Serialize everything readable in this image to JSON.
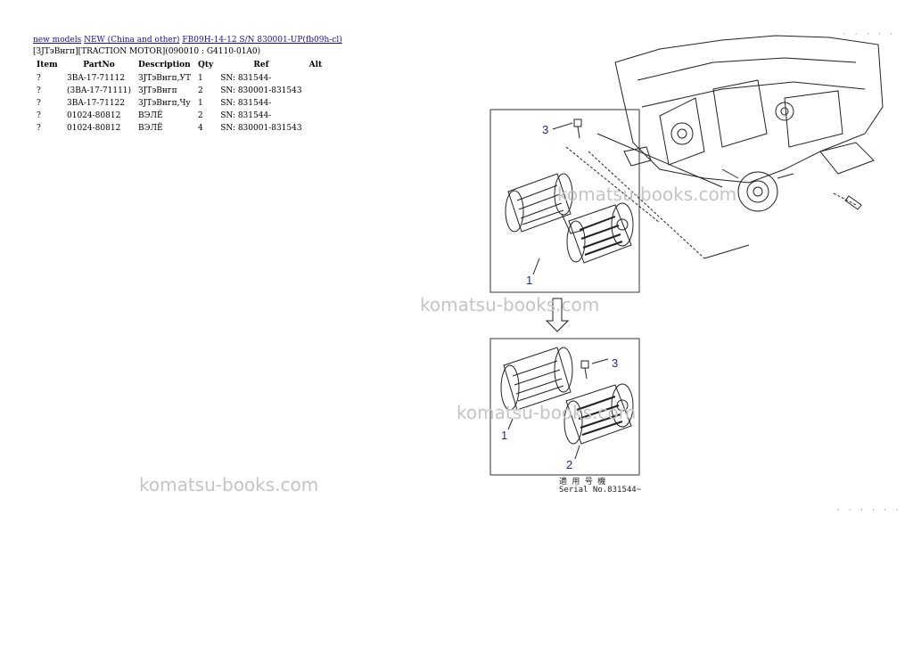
{
  "breadcrumb": {
    "link1": "new models",
    "link2": "NEW (China and other)",
    "link3": "FB09H-14-12 S/N 830001-UP(fb09h-cl)"
  },
  "section_title": "[ЗЈТэВнгп][TRACTION MOTOR](090010 : G4110-01A0)",
  "table": {
    "headers": [
      "Item",
      "PartNo",
      "Description",
      "Qty",
      "Ref",
      "Alt"
    ],
    "rows": [
      [
        "?",
        "3BA-17-71112",
        "ЗЈТэВнгп,УТ",
        "1",
        "SN: 831544-",
        ""
      ],
      [
        "?",
        "(3BA-17-71111)",
        "ЗЈТэВнгп",
        "2",
        "SN: 830001-831543",
        ""
      ],
      [
        "?",
        "3BA-17-71122",
        "ЗЈТэВнгп,Чу",
        "1",
        "SN: 831544-",
        ""
      ],
      [
        "?",
        "01024-80812",
        "ВЭЛЁ",
        "2",
        "SN: 831544-",
        ""
      ],
      [
        "?",
        "01024-80812",
        "ВЭЛЁ",
        "4",
        "SN: 830001-831543",
        ""
      ]
    ]
  },
  "watermark": "komatsu-books.com",
  "diagram": {
    "callouts": [
      "3",
      "1",
      "3",
      "1",
      "2"
    ],
    "caption_top": "適 用 号 機",
    "caption_bottom": "Serial No.831544~",
    "corner_top": "· · · · ·",
    "corner_bottom": "· · · · · ·"
  }
}
